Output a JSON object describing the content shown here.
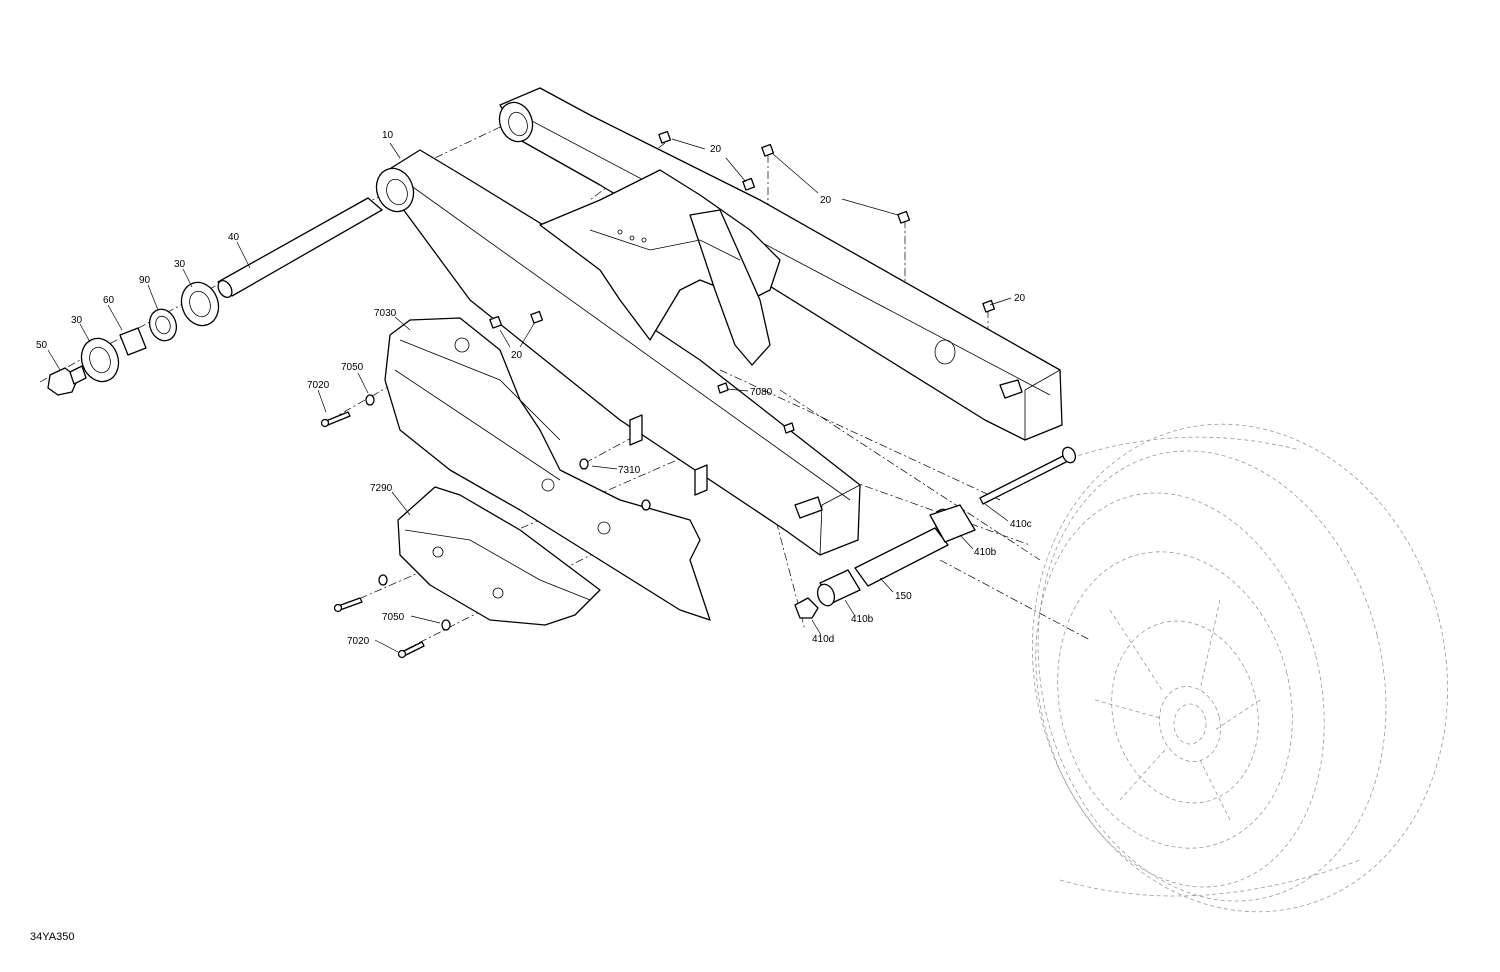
{
  "reference_code": "34YA350",
  "callouts": {
    "c10": "10",
    "c20a": "20",
    "c20b": "20",
    "c20c": "20",
    "c20d": "20",
    "c40": "40",
    "c30a": "30",
    "c90": "90",
    "c60": "60",
    "c30b": "30",
    "c50": "50",
    "c7030": "7030",
    "c7050a": "7050",
    "c7020a": "7020",
    "c7080": "7080",
    "c7310": "7310",
    "c7290": "7290",
    "c7050b": "7050",
    "c7020b": "7020",
    "c410c": "410c",
    "c410b1": "410b",
    "c150": "150",
    "c410b2": "410b",
    "c410d": "410d"
  }
}
